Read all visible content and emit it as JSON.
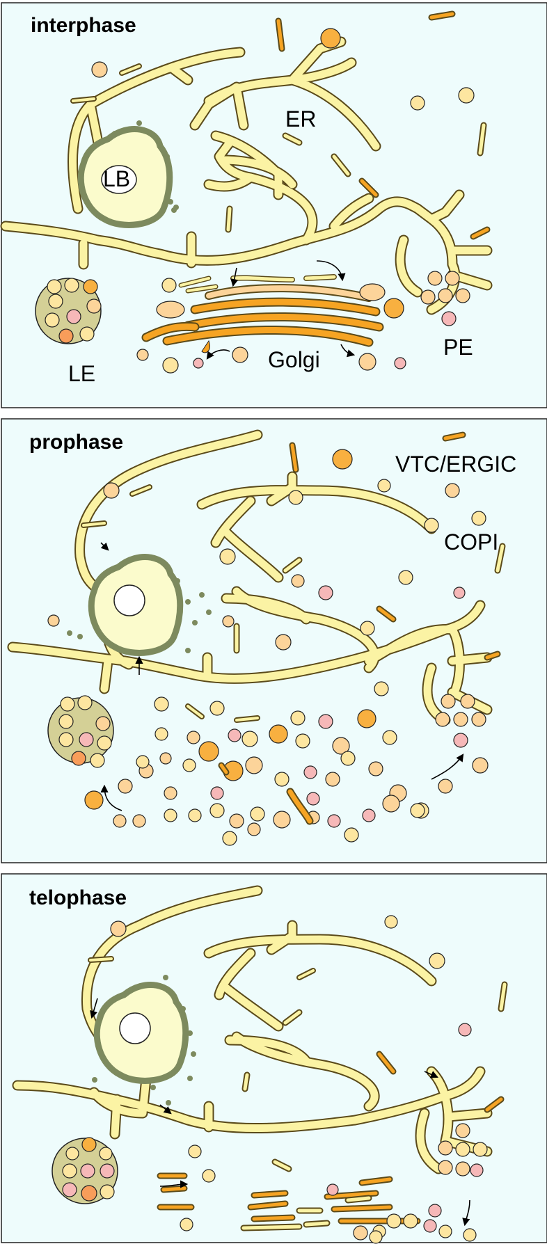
{
  "panels": [
    {
      "title": "interphase",
      "labels": {
        "er": "ER",
        "lb": "LB",
        "le": "LE",
        "golgi": "Golgi",
        "pe": "PE"
      }
    },
    {
      "title": "prophase",
      "labels": {
        "vtc": "VTC/ERGIC",
        "copi": "COPI"
      }
    },
    {
      "title": "telophase",
      "labels": {}
    }
  ],
  "colors": {
    "background": "#eefcfc",
    "er_fill": "#fbf3a4",
    "lb_rim": "#7d8a5e",
    "lb_fill": "#fbfbcc",
    "le_fill": "#d4d096",
    "vesicle_light": "#fde6a0",
    "vesicle_peach": "#fcd49a",
    "vesicle_orange": "#f8b040",
    "vesicle_pink": "#f6b8b8",
    "golgi_orange": "#f6a423"
  }
}
